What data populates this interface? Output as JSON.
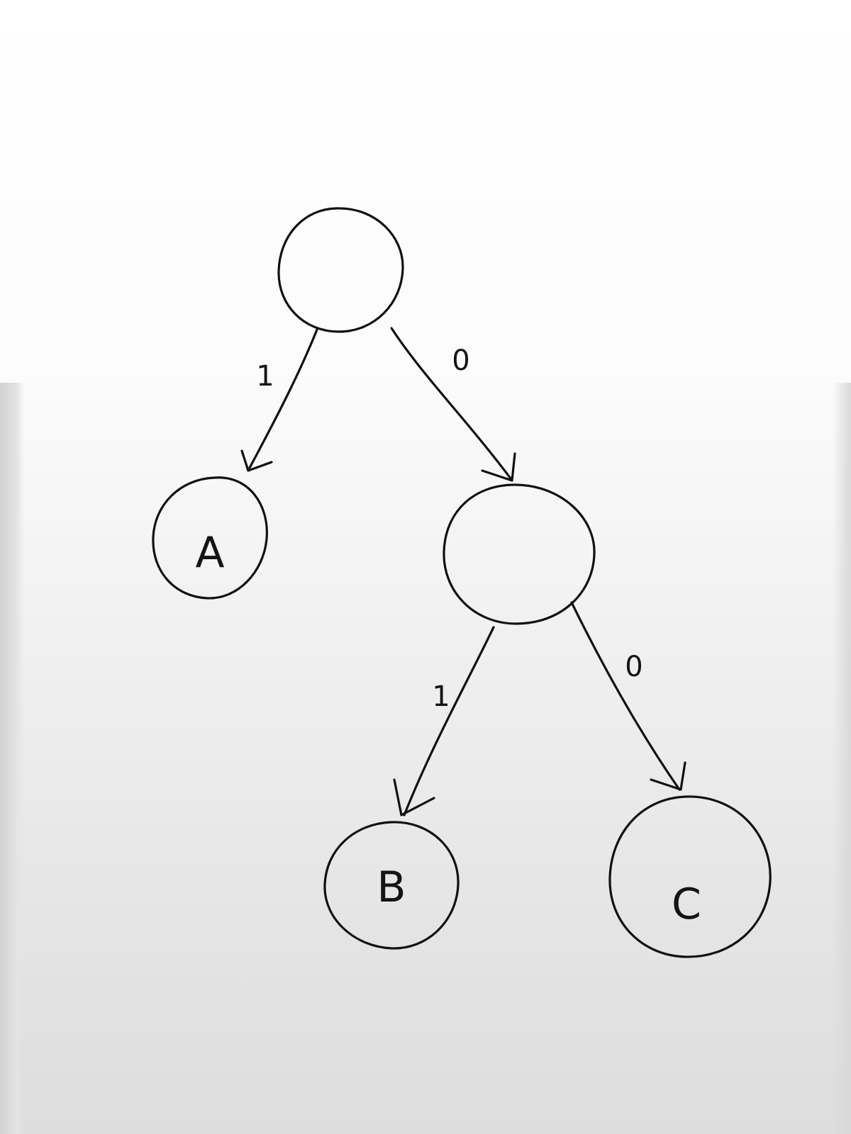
{
  "diagram": {
    "type": "binary-tree",
    "nodes": [
      {
        "id": "root",
        "label": ""
      },
      {
        "id": "A",
        "label": "A"
      },
      {
        "id": "internal",
        "label": ""
      },
      {
        "id": "B",
        "label": "B"
      },
      {
        "id": "C",
        "label": "C"
      }
    ],
    "edges": [
      {
        "from": "root",
        "to": "A",
        "label": "1"
      },
      {
        "from": "root",
        "to": "internal",
        "label": "0"
      },
      {
        "from": "internal",
        "to": "B",
        "label": "1"
      },
      {
        "from": "internal",
        "to": "C",
        "label": "0"
      }
    ]
  },
  "colors": {
    "ink": "#111111",
    "paper": "#ffffff"
  }
}
